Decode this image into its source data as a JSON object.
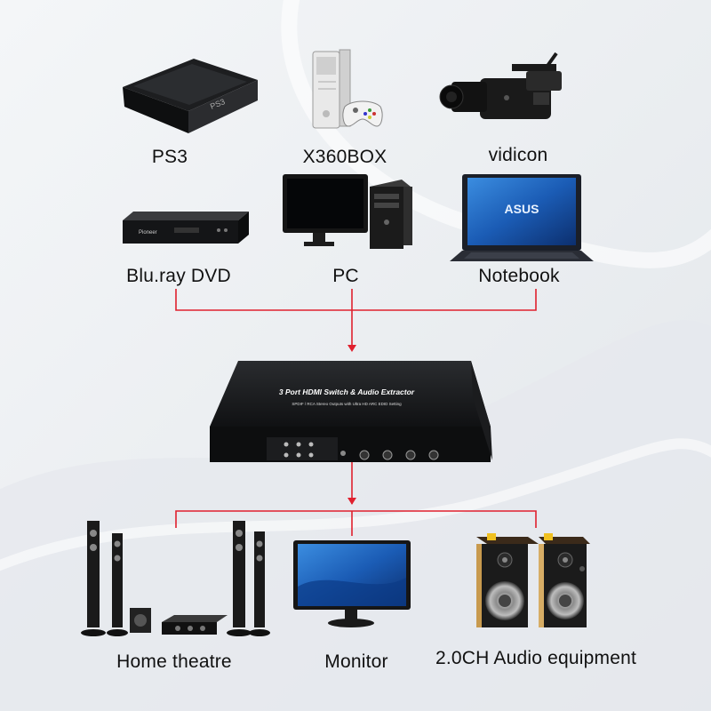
{
  "sources": [
    {
      "label": "PS3",
      "icon": "ps3-console-icon"
    },
    {
      "label": "X360BOX",
      "icon": "xbox360-console-icon"
    },
    {
      "label": "vidicon",
      "icon": "video-camera-icon"
    },
    {
      "label": "Blu.ray DVD",
      "icon": "bluray-player-icon"
    },
    {
      "label": "PC",
      "icon": "desktop-pc-icon"
    },
    {
      "label": "Notebook",
      "icon": "laptop-icon"
    }
  ],
  "device": {
    "title": "3 Port HDMI Switch & Audio Extractor",
    "subtitle": "SPDIF / RCA Stereo Outputs with Ultra HD ARC EDID Setting",
    "icon": "hdmi-switch-box-icon",
    "screen_brand": "ASUS",
    "player_brand": "Pioneer"
  },
  "outputs": [
    {
      "label": "Home theatre",
      "icon": "home-theatre-icon"
    },
    {
      "label": "Monitor",
      "icon": "monitor-icon"
    },
    {
      "label": "2.0CH Audio equipment",
      "icon": "speakers-icon"
    }
  ],
  "colors": {
    "connector": "#e0202e",
    "background": "#eef0f3"
  }
}
